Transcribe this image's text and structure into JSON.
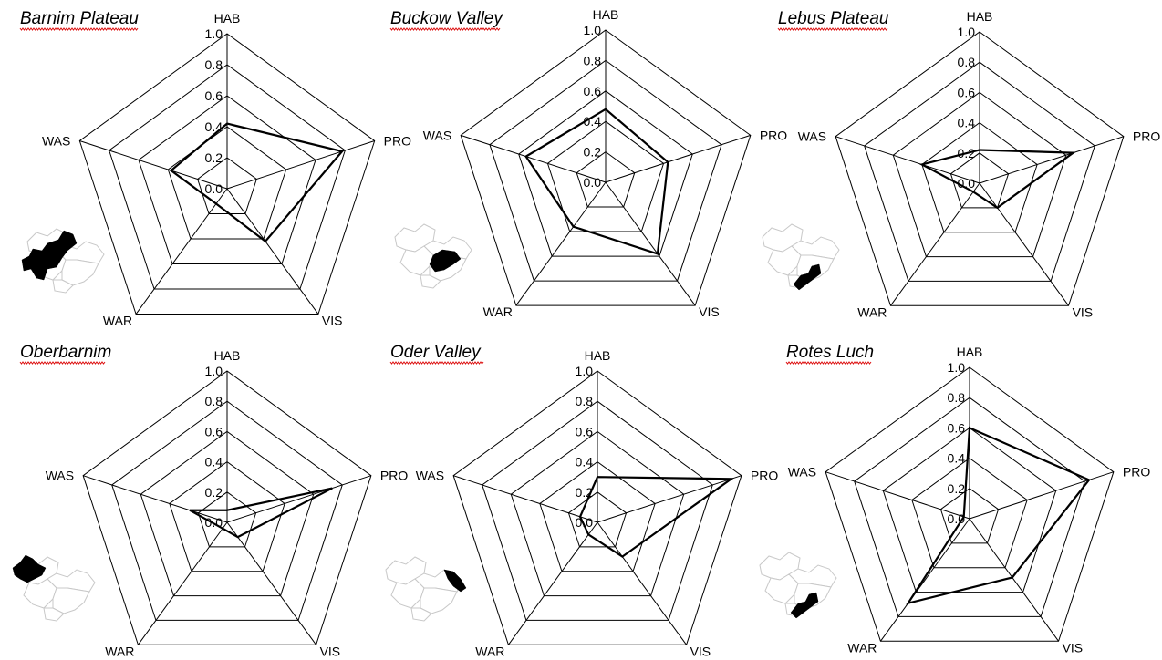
{
  "chart_data": [
    {
      "type": "radar",
      "title": "Barnim Plateau",
      "axes": [
        "HAB",
        "PRO",
        "VIS",
        "WAR",
        "WAS"
      ],
      "ticks": [
        "0.0",
        "0.2",
        "0.4",
        "0.6",
        "0.8",
        "1.0"
      ],
      "rlim": [
        0,
        1
      ],
      "values": [
        0.42,
        0.78,
        0.42,
        0.12,
        0.38
      ],
      "map_highlight": "west"
    },
    {
      "type": "radar",
      "title": "Buckow Valley",
      "axes": [
        "HAB",
        "PRO",
        "VIS",
        "WAR",
        "WAS"
      ],
      "ticks": [
        "0.0",
        "0.2",
        "0.4",
        "0.6",
        "0.8",
        "1.0"
      ],
      "rlim": [
        0,
        1
      ],
      "values": [
        0.48,
        0.43,
        0.58,
        0.36,
        0.55
      ],
      "map_highlight": "center"
    },
    {
      "type": "radar",
      "title": "Lebus Plateau",
      "axes": [
        "HAB",
        "PRO",
        "VIS",
        "WAR",
        "WAS"
      ],
      "ticks": [
        "0.0",
        "0.2",
        "0.4",
        "0.6",
        "0.8",
        "1.0"
      ],
      "rlim": [
        0,
        1
      ],
      "values": [
        0.22,
        0.65,
        0.2,
        0.07,
        0.4
      ],
      "map_highlight": "south"
    },
    {
      "type": "radar",
      "title": "Oberbarnim",
      "axes": [
        "HAB",
        "PRO",
        "VIS",
        "WAR",
        "WAS"
      ],
      "ticks": [
        "0.0",
        "0.2",
        "0.4",
        "0.6",
        "0.8",
        "1.0"
      ],
      "rlim": [
        0,
        1
      ],
      "values": [
        0.08,
        0.73,
        0.12,
        0.05,
        0.26
      ],
      "map_highlight": "northwest"
    },
    {
      "type": "radar",
      "title": "Oder Valley",
      "axes": [
        "HAB",
        "PRO",
        "VIS",
        "WAR",
        "WAS"
      ],
      "ticks": [
        "0.0",
        "0.2",
        "0.4",
        "0.6",
        "0.8",
        "1.0"
      ],
      "rlim": [
        0,
        1
      ],
      "values": [
        0.3,
        0.93,
        0.28,
        0.1,
        0.12
      ],
      "map_highlight": "east"
    },
    {
      "type": "radar",
      "title": "Rotes Luch",
      "axes": [
        "HAB",
        "PRO",
        "VIS",
        "WAR",
        "WAS"
      ],
      "ticks": [
        "0.0",
        "0.2",
        "0.4",
        "0.6",
        "0.8",
        "1.0"
      ],
      "rlim": [
        0,
        1
      ],
      "values": [
        0.6,
        0.83,
        0.48,
        0.69,
        0.04
      ],
      "map_highlight": "south"
    }
  ]
}
